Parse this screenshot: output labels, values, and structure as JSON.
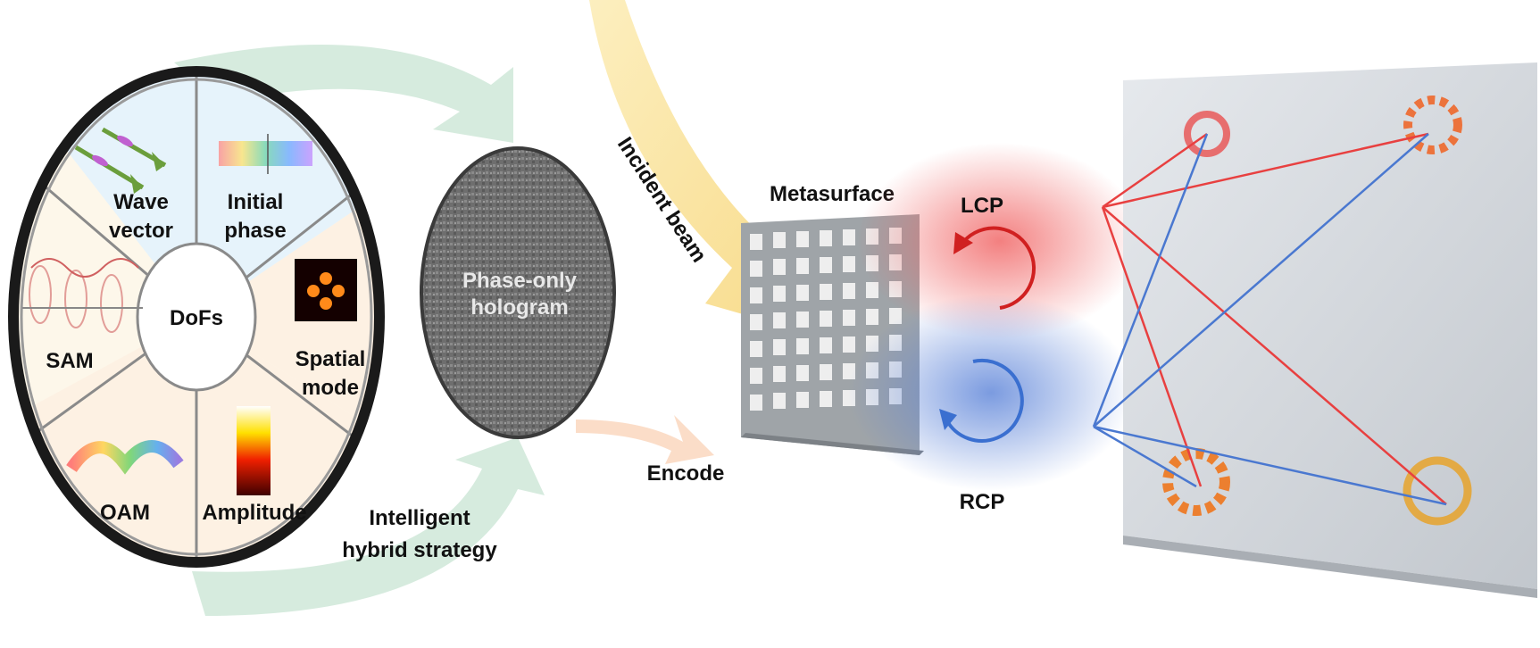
{
  "labels": {
    "dofs_center": "DoFs",
    "wave_vector_line1": "Wave",
    "wave_vector_line2": "vector",
    "initial_phase_line1": "Initial",
    "initial_phase_line2": "phase",
    "spatial_mode_line1": "Spatial",
    "spatial_mode_line2": "mode",
    "sam": "SAM",
    "oam": "OAM",
    "amplitude": "Amplitude",
    "hologram_line1": "Phase-only",
    "hologram_line2": "hologram",
    "incident_beam": "Incident beam",
    "metasurface": "Metasurface",
    "lcp": "LCP",
    "rcp": "RCP",
    "encode": "Encode",
    "strategy_line1": "Intelligent",
    "strategy_line2": "hybrid strategy"
  },
  "colors": {
    "green_arrow": "#cfe8d8",
    "incident_beam": "#f6d36a",
    "lcp": "#e03030",
    "rcp": "#3a6fd0",
    "segment_blue": "#e6f3fb",
    "segment_beige": "#fdf1e3",
    "segment_cream": "#fdf7ea",
    "screen": "#d2d6dc"
  }
}
